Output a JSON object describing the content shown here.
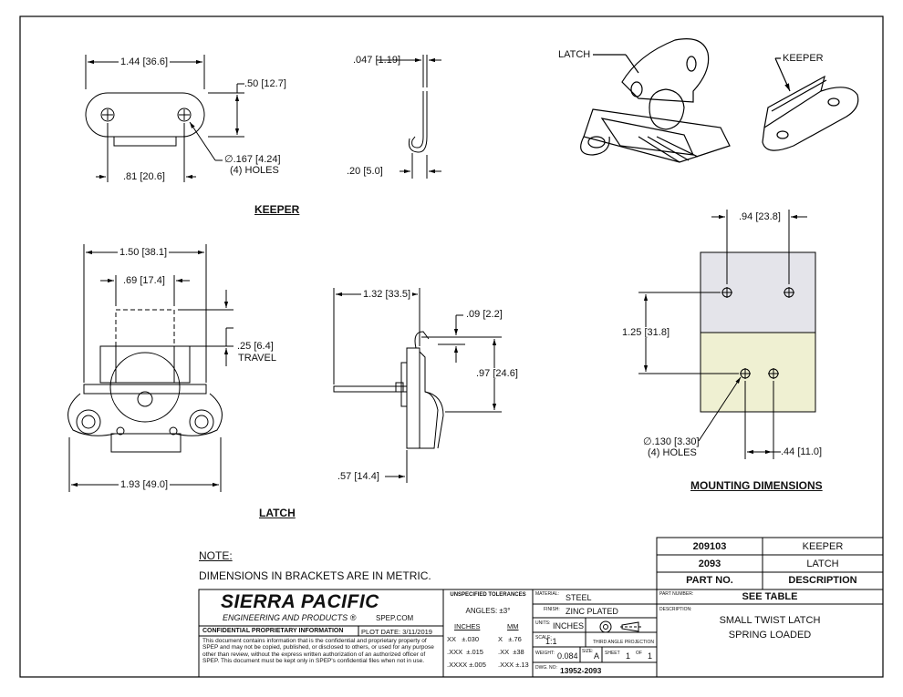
{
  "dimensions": {
    "keeper_width": [
      "1.44",
      "36.6"
    ],
    "keeper_height": [
      ".50",
      "12.7"
    ],
    "keeper_hole_spacing": [
      ".81",
      "20.6"
    ],
    "keeper_hole_dia": [
      "∅.167",
      "4.24"
    ],
    "keeper_holes_note": "(4) HOLES",
    "keeper_thickness": [
      ".047",
      "1.19"
    ],
    "keeper_hook": [
      ".20",
      "5.0"
    ],
    "latch_width": [
      "1.50",
      "38.1"
    ],
    "latch_inner": [
      ".69",
      "17.4"
    ],
    "latch_travel": [
      ".25",
      "6.4"
    ],
    "latch_travel_label": "TRAVEL",
    "latch_overall": [
      "1.93",
      "49.0"
    ],
    "latch_side_depth": [
      "1.32",
      "33.5"
    ],
    "latch_side_offset": [
      ".09",
      "2.2"
    ],
    "latch_side_height": [
      ".97",
      "24.6"
    ],
    "latch_side_base": [
      ".57",
      "14.4"
    ],
    "mount_top_spacing": [
      ".94",
      "23.8"
    ],
    "mount_height": [
      "1.25",
      "31.8"
    ],
    "mount_hole_dia": [
      "∅.130",
      "3.30"
    ],
    "mount_holes_note": "(4) HOLES",
    "mount_bottom_spacing": [
      ".44",
      "11.0"
    ]
  },
  "view_titles": {
    "keeper": "KEEPER",
    "latch": "LATCH",
    "mounting": "MOUNTING DIMENSIONS",
    "iso_latch": "LATCH",
    "iso_keeper": "KEEPER"
  },
  "notes": {
    "heading": "NOTE:",
    "text": "DIMENSIONS IN BRACKETS ARE IN METRIC."
  },
  "parts_table": {
    "rows": [
      {
        "part": "209103",
        "desc": "KEEPER"
      },
      {
        "part": "2093",
        "desc": "LATCH"
      }
    ],
    "col_part": "PART NO.",
    "col_desc": "DESCRIPTION"
  },
  "title_block": {
    "company": "SIERRA PACIFIC",
    "company_sub": "ENGINEERING AND PRODUCTS",
    "company_mark": "®",
    "website": "SPEP.COM",
    "confidential_label": "CONFIDENTIAL PROPRIETARY INFORMATION",
    "plot_date": "PLOT DATE: 3/11/2019",
    "confidential_text": "This document contains information that is the confidential and proprietary property of SPEP and may not be copied, published, or disclosed to others, or used for any purpose other than review, without the express written authorization of an authorized officer of SPEP. This document must be kept only in SPEP's confidential files when not in use.",
    "tolerances_label": "UNSPECIFIED TOLERANCES",
    "angles": "ANGLES: ±3°",
    "inches_label": "INCHES",
    "mm_label": "MM",
    "tol_inch": [
      [
        "XX",
        "±.030"
      ],
      [
        ".XXX",
        "±.015"
      ],
      [
        ".XXXX",
        "±.005"
      ]
    ],
    "tol_mm": [
      [
        "X",
        "±.76"
      ],
      [
        ".XX",
        "±38"
      ],
      [
        ".XXX",
        "±.13"
      ]
    ],
    "material_label": "MATERIAL:",
    "material": "STEEL",
    "finish_label": "FINISH:",
    "finish": "ZINC PLATED",
    "units_label": "UNITS:",
    "units": "INCHES",
    "scale_label": "SCALE:",
    "scale": "1:1",
    "projection": "THIRD ANGLE PROJECTION",
    "weight_label": "WEIGHT:",
    "weight": "0.084",
    "size_label": "SIZE:",
    "size": "A",
    "sheet_label": "SHEET",
    "sheet": "1",
    "of_label": "OF",
    "sheet_total": "1",
    "dwg_label": "DWG. NO:",
    "dwg_no": "13952-2093",
    "part_number_label": "PART NUMBER:",
    "part_number": "SEE TABLE",
    "description_label": "DESCRIPTION:",
    "description_1": "SMALL TWIST LATCH",
    "description_2": "SPRING LOADED"
  },
  "colors": {
    "mount_top_fill": "#e4e4ea",
    "mount_bottom_fill": "#eff0d2",
    "line": "#000000"
  }
}
